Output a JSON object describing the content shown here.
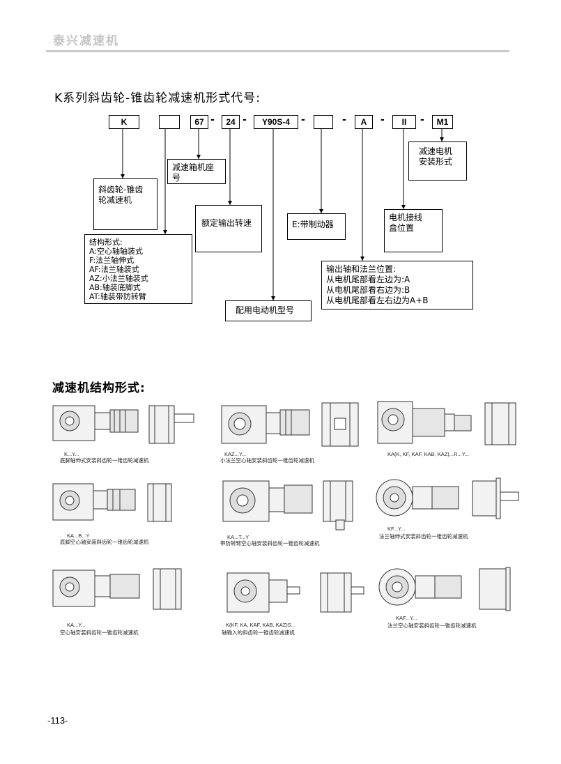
{
  "header": {
    "brand": "泰兴减速机"
  },
  "section1": {
    "title": "K系列斜齿轮-锥齿轮减速机形式代号:",
    "codes": [
      "K",
      "",
      "67",
      "24",
      "Y90S-4",
      "",
      "A",
      "II",
      "M1"
    ],
    "dash": "-",
    "desc": {
      "type": [
        "斜齿轮-锥齿",
        "轮减速机"
      ],
      "structure": [
        "结构形式:",
        "A:空心轴轴装式",
        "F:法兰轴伸式",
        "AF:法兰轴装式",
        "AZ:小法兰轴装式",
        "AB:轴装底脚式",
        "AT:轴装带防转臂"
      ],
      "frame": "减速箱机座号",
      "speed": "额定输出转速",
      "motor": "配用电动机型号",
      "brake": "E:带制动器",
      "shaft": [
        "输出轴和法兰位置:",
        "从电机尾部看左边为:A",
        "从电机尾部看右边为:B",
        "从电机尾部看左右边为A+B"
      ],
      "junction": [
        "电机接线",
        "盒位置"
      ],
      "mount": [
        "减速电机",
        "安装形式"
      ]
    }
  },
  "section2": {
    "title": "减速机结构形式:",
    "items": [
      {
        "code": "K...Y...",
        "caption": "底脚轴伸式安装斜齿轮一锥齿轮减速机"
      },
      {
        "code": "KAZ...Y...",
        "caption": "小法兰空心轴安装斜齿轮一锥齿轮减速机"
      },
      {
        "code": "KA(K, KF, KAF, KAB, KAZ)...R...Y...",
        "caption": ""
      },
      {
        "code": "KA...B...Y",
        "caption": "底脚空心轴安装斜齿轮一锥齿轮减速机"
      },
      {
        "code": "KA...T...Y",
        "caption": "带防转臂空心轴安装斜齿轮一锥齿轮减速机"
      },
      {
        "code": "KF...Y...",
        "caption": "法兰轴伸式安装斜齿轮一锥齿轮减速机"
      },
      {
        "code": "KA...Y...",
        "caption": "空心轴安装斜齿轮一锥齿轮减速机"
      },
      {
        "code": "K(KF, KA, KAF, KAB, KAZ)S...",
        "caption": "轴输入的斜齿轮一锥齿轮减速机"
      },
      {
        "code": "KAF...Y...",
        "caption": "法兰空心轴安装斜齿轮一锥齿轮减速机"
      }
    ]
  },
  "footer": {
    "page_number": "-113-"
  }
}
